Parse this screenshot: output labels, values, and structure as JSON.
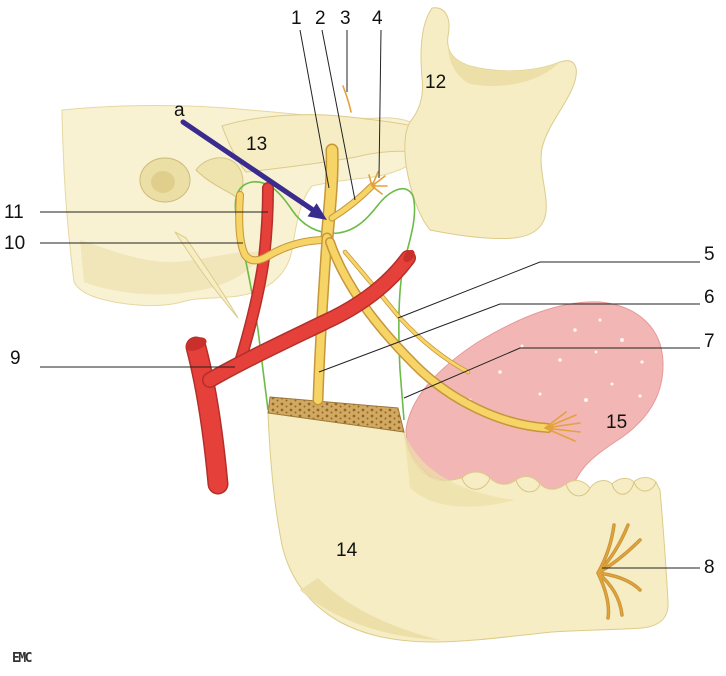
{
  "labels": {
    "n1": "1",
    "n2": "2",
    "n3": "3",
    "n4": "4",
    "n5": "5",
    "n6": "6",
    "n7": "7",
    "n8": "8",
    "n9": "9",
    "n10": "10",
    "n11": "11",
    "n12": "12",
    "n13": "13",
    "n14": "14",
    "n15": "15",
    "a": "a"
  },
  "logo": "EMC",
  "colors": {
    "bone": "#f6edc4",
    "artery": "#e5403a",
    "nerve": "#f6d466",
    "mucosa": "#f2b6b4",
    "muscle": "#6dbb47",
    "arrow": "#3a2c8e"
  }
}
